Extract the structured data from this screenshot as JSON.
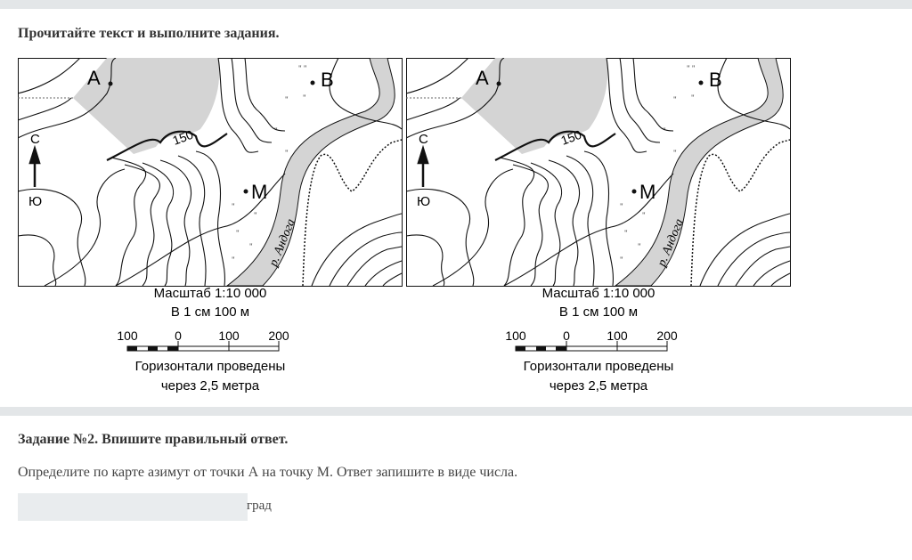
{
  "intro": "Прочитайте текст и выполните задания.",
  "map": {
    "point_a": "А",
    "point_b": "В",
    "point_m": "М",
    "north": "С",
    "south": "Ю",
    "contour_label": "150",
    "river": "р. Андога",
    "scale_title": "Масштаб 1:10 000",
    "scale_text": "В 1 см 100 м",
    "scale_ticks": [
      "100",
      "0",
      "100",
      "200"
    ],
    "contours_line1": "Горизонтали проведены",
    "contours_line2": "через 2,5 метра"
  },
  "task": {
    "title": "Задание №2. Впишите правильный ответ.",
    "question": "Определите по карте азимут от точки А на точку М. Ответ запишите в виде числа.",
    "answer_value": "",
    "unit": "град"
  },
  "colors": {
    "band": "#e3e6e8",
    "fill": "#d4d4d4"
  }
}
